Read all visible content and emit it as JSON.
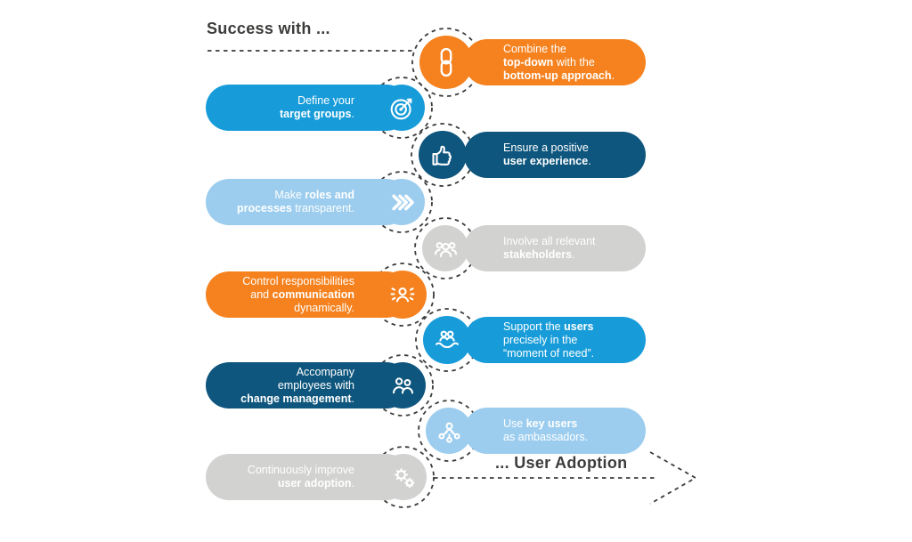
{
  "titles": {
    "top": "Success with ...",
    "bottom": "... User Adoption"
  },
  "palette": {
    "orange": "#F5821F",
    "blue": "#189CD9",
    "dark_blue": "#0E567D",
    "light_blue": "#9CCDEE",
    "gray": "#D2D2D1",
    "line": "#3C3C3B",
    "text_on_pill": "#FFFFFF"
  },
  "steps": [
    {
      "id": "combine-approaches",
      "side": "right",
      "color": "orange",
      "icon": "chain-link-icon",
      "lines": [
        [
          {
            "t": "Combine the",
            "b": false
          }
        ],
        [
          {
            "t": "top-down",
            "b": true
          },
          {
            "t": " with the",
            "b": false
          }
        ],
        [
          {
            "t": "bottom-up approach",
            "b": true
          },
          {
            "t": ".",
            "b": false
          }
        ]
      ]
    },
    {
      "id": "define-target-groups",
      "side": "left",
      "color": "blue",
      "icon": "target-icon",
      "lines": [
        [
          {
            "t": "Define your",
            "b": false
          }
        ],
        [
          {
            "t": "target groups",
            "b": true
          },
          {
            "t": ".",
            "b": false
          }
        ]
      ]
    },
    {
      "id": "positive-user-experience",
      "side": "right",
      "color": "dark_blue",
      "icon": "thumbs-up-icon",
      "lines": [
        [
          {
            "t": "Ensure a positive",
            "b": false
          }
        ],
        [
          {
            "t": "user experience",
            "b": true
          },
          {
            "t": ".",
            "b": false
          }
        ]
      ]
    },
    {
      "id": "roles-processes-transparent",
      "side": "left",
      "color": "light_blue",
      "icon": "chevrons-icon",
      "lines": [
        [
          {
            "t": "Make ",
            "b": false
          },
          {
            "t": "roles and",
            "b": true
          }
        ],
        [
          {
            "t": "processes",
            "b": true
          },
          {
            "t": " transparent.",
            "b": false
          }
        ]
      ]
    },
    {
      "id": "involve-stakeholders",
      "side": "right",
      "color": "gray",
      "icon": "stakeholders-icon",
      "lines": [
        [
          {
            "t": "Involve all relevant",
            "b": false
          }
        ],
        [
          {
            "t": "stakeholders",
            "b": true
          },
          {
            "t": ".",
            "b": false
          }
        ]
      ]
    },
    {
      "id": "control-communication",
      "side": "left",
      "color": "orange",
      "icon": "communication-icon",
      "lines": [
        [
          {
            "t": "Control responsibilities",
            "b": false
          }
        ],
        [
          {
            "t": "and ",
            "b": false
          },
          {
            "t": "communication",
            "b": true
          }
        ],
        [
          {
            "t": "dynamically.",
            "b": false
          }
        ]
      ]
    },
    {
      "id": "support-moment-of-need",
      "side": "right",
      "color": "blue",
      "icon": "support-icon",
      "lines": [
        [
          {
            "t": "Support the ",
            "b": false
          },
          {
            "t": "users",
            "b": true
          }
        ],
        [
          {
            "t": "precisely in the",
            "b": false
          }
        ],
        [
          {
            "t": "“moment of need”.",
            "b": false
          }
        ]
      ]
    },
    {
      "id": "change-management",
      "side": "left",
      "color": "dark_blue",
      "icon": "change-management-icon",
      "lines": [
        [
          {
            "t": "Accompany",
            "b": false
          }
        ],
        [
          {
            "t": "employees with",
            "b": false
          }
        ],
        [
          {
            "t": "change management",
            "b": true
          },
          {
            "t": ".",
            "b": false
          }
        ]
      ]
    },
    {
      "id": "key-users-ambassadors",
      "side": "right",
      "color": "light_blue",
      "icon": "key-users-icon",
      "lines": [
        [
          {
            "t": "Use ",
            "b": false
          },
          {
            "t": "key users",
            "b": true
          }
        ],
        [
          {
            "t": "as ambassadors.",
            "b": false
          }
        ]
      ]
    },
    {
      "id": "improve-user-adoption",
      "side": "left",
      "color": "gray",
      "icon": "gears-icon",
      "lines": [
        [
          {
            "t": "Continuously improve",
            "b": false
          }
        ],
        [
          {
            "t": "user adoption",
            "b": true
          },
          {
            "t": ".",
            "b": false
          }
        ]
      ]
    }
  ]
}
